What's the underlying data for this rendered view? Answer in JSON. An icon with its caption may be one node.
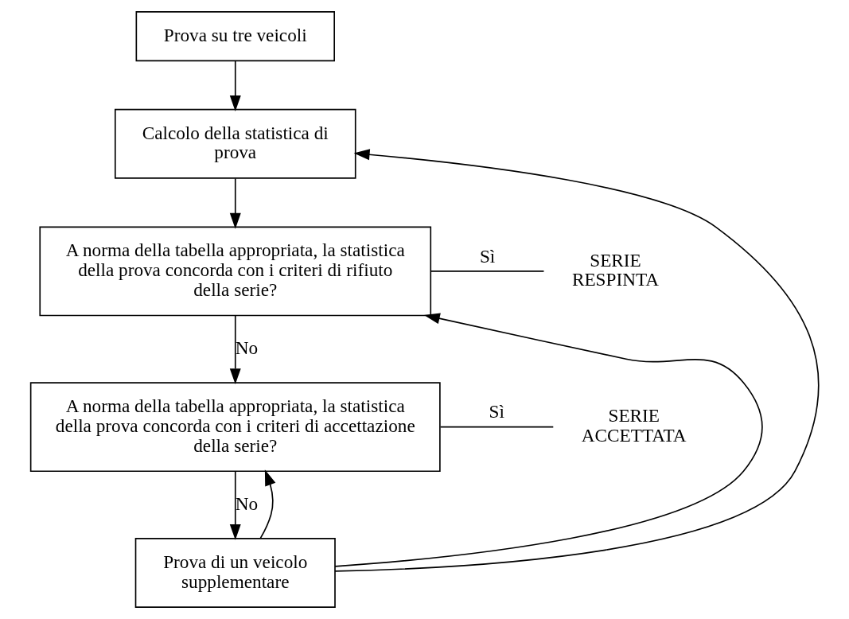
{
  "diagram": {
    "nodes": [
      {
        "text": [
          "Prova su tre veicoli"
        ]
      },
      {
        "text": [
          "Calcolo della statistica di prova"
        ]
      },
      {
        "text": [
          "A norma della tabella appropriata, la statistica della prova concorda con i criteri di rifiuto della serie?"
        ]
      },
      {
        "text": [
          "A norma della tabella appropriata, la statistica della prova concorda con i criteri di accettazione della serie?"
        ]
      },
      {
        "text": [
          "Prova di un veicolo supplementare"
        ]
      },
      {
        "text": [
          "SERIE RESPINTA"
        ]
      },
      {
        "text": [
          "SERIE ACCETTATA"
        ]
      }
    ],
    "edges": [
      {
        "from": 0,
        "to": 1,
        "arrow": "to"
      },
      {
        "from": 1,
        "to": 2,
        "arrow": "to"
      },
      {
        "from": 2,
        "to": 3,
        "arrow": "to",
        "label": "No"
      },
      {
        "from": 3,
        "to": 4,
        "arrow": "to",
        "label": "No"
      },
      {
        "from": 2,
        "to": 5,
        "arrow": "none",
        "label": "Sì"
      },
      {
        "from": 3,
        "to": 6,
        "arrow": "none",
        "label": "Sì"
      },
      {
        "from": 4,
        "to": 1,
        "arrow": "to"
      },
      {
        "from": 4,
        "to": 2,
        "arrow": "to"
      },
      {
        "from": 4,
        "to": 3,
        "arrow": "to"
      }
    ]
  }
}
